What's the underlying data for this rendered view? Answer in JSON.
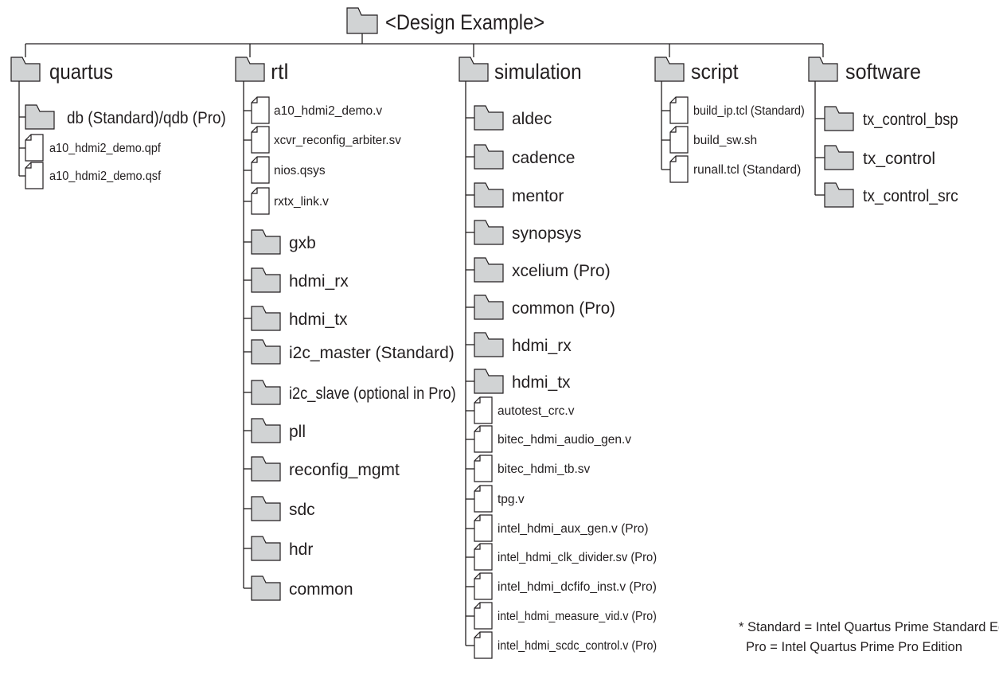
{
  "root": {
    "label": "<Design Example>",
    "icon": "folder-icon"
  },
  "columns": [
    {
      "id": "quartus",
      "label": "quartus",
      "children": [
        {
          "type": "folder",
          "label": "db (Standard)/qdb (Pro)"
        },
        {
          "type": "file",
          "label": "a10_hdmi2_demo.qpf"
        },
        {
          "type": "file",
          "label": "a10_hdmi2_demo.qsf"
        }
      ]
    },
    {
      "id": "rtl",
      "label": "rtl",
      "children": [
        {
          "type": "file",
          "label": "a10_hdmi2_demo.v"
        },
        {
          "type": "file",
          "label": "xcvr_reconfig_arbiter.sv"
        },
        {
          "type": "file",
          "label": "nios.qsys"
        },
        {
          "type": "file",
          "label": "rxtx_link.v"
        },
        {
          "type": "folder",
          "label": "gxb"
        },
        {
          "type": "folder",
          "label": "hdmi_rx"
        },
        {
          "type": "folder",
          "label": "hdmi_tx"
        },
        {
          "type": "folder",
          "label": "i2c_master (Standard)"
        },
        {
          "type": "folder",
          "label": "i2c_slave (optional in Pro)"
        },
        {
          "type": "folder",
          "label": "pll"
        },
        {
          "type": "folder",
          "label": "reconfig_mgmt"
        },
        {
          "type": "folder",
          "label": "sdc"
        },
        {
          "type": "folder",
          "label": "hdr"
        },
        {
          "type": "folder",
          "label": "common"
        }
      ]
    },
    {
      "id": "simulation",
      "label": "simulation",
      "children": [
        {
          "type": "folder",
          "label": "aldec"
        },
        {
          "type": "folder",
          "label": "cadence"
        },
        {
          "type": "folder",
          "label": "mentor"
        },
        {
          "type": "folder",
          "label": "synopsys"
        },
        {
          "type": "folder",
          "label": "xcelium (Pro)"
        },
        {
          "type": "folder",
          "label": "common (Pro)"
        },
        {
          "type": "folder",
          "label": "hdmi_rx"
        },
        {
          "type": "folder",
          "label": "hdmi_tx"
        },
        {
          "type": "file",
          "label": "autotest_crc.v"
        },
        {
          "type": "file",
          "label": "bitec_hdmi_audio_gen.v"
        },
        {
          "type": "file",
          "label": "bitec_hdmi_tb.sv"
        },
        {
          "type": "file",
          "label": "tpg.v"
        },
        {
          "type": "file",
          "label": "intel_hdmi_aux_gen.v (Pro)"
        },
        {
          "type": "file",
          "label": "intel_hdmi_clk_divider.sv (Pro)"
        },
        {
          "type": "file",
          "label": "intel_hdmi_dcfifo_inst.v (Pro)"
        },
        {
          "type": "file",
          "label": "intel_hdmi_measure_vid.v (Pro)"
        },
        {
          "type": "file",
          "label": "intel_hdmi_scdc_control.v (Pro)"
        }
      ]
    },
    {
      "id": "script",
      "label": "script",
      "children": [
        {
          "type": "file",
          "label": "build_ip.tcl (Standard)"
        },
        {
          "type": "file",
          "label": "build_sw.sh"
        },
        {
          "type": "file",
          "label": "runall.tcl (Standard)"
        }
      ]
    },
    {
      "id": "software",
      "label": "software",
      "children": [
        {
          "type": "folder",
          "label": "tx_control_bsp"
        },
        {
          "type": "folder",
          "label": "tx_control"
        },
        {
          "type": "folder",
          "label": "tx_control_src"
        }
      ]
    }
  ],
  "legend": {
    "line1": "* Standard = Intel Quartus Prime Standard Edition",
    "line2": "Pro = Intel Quartus Prime Pro Edition"
  },
  "colors": {
    "folder_fill": "#d1d3d4",
    "stroke": "#231f20",
    "file_fill": "#ffffff",
    "text": "#231f20"
  },
  "icons": {
    "folder": "folder-icon",
    "file": "file-icon"
  }
}
